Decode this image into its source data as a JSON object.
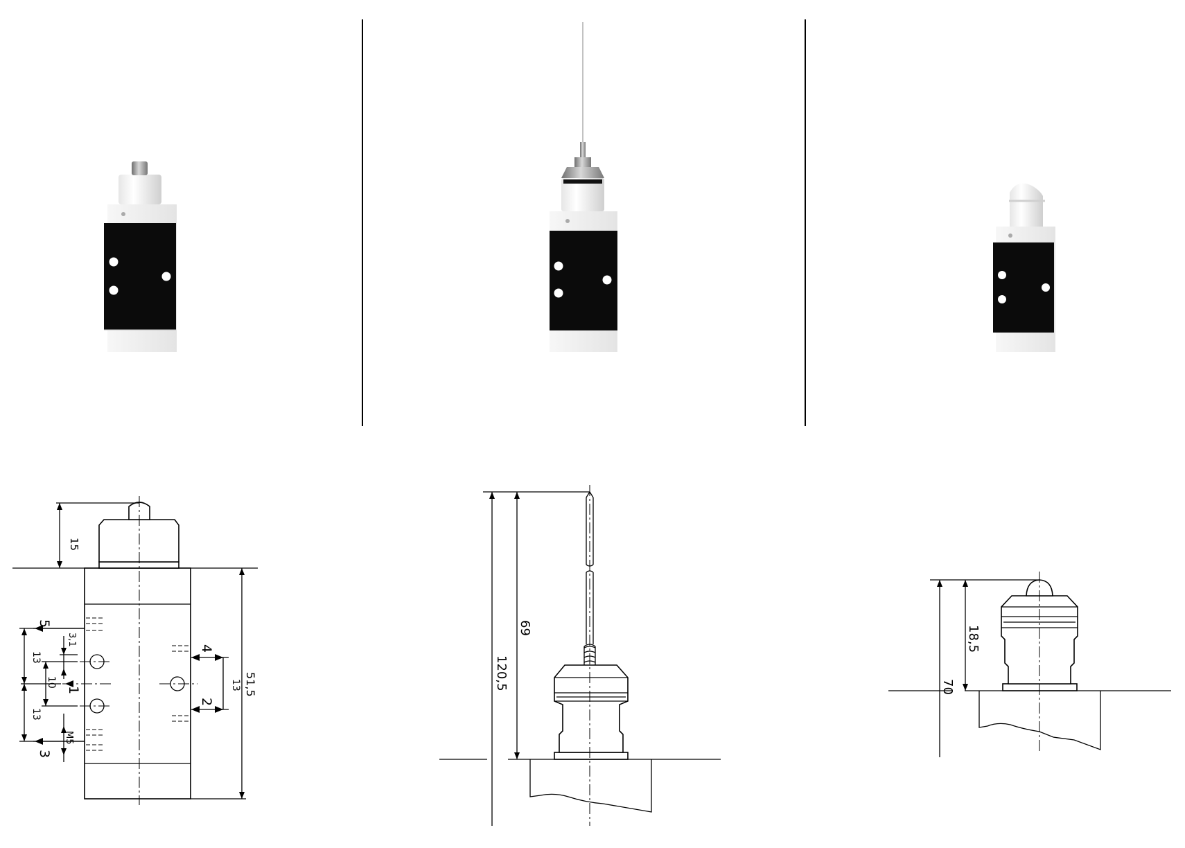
{
  "colors": {
    "ink": "#000000",
    "housing_black": "#0b0b0b",
    "housing_white": "#f2f2f2",
    "cap_white": "#f4f4f4",
    "metal_grey": "#9a9a9a",
    "background": "#ffffff"
  },
  "drawing_left": {
    "dim_15": "15",
    "dim_51_5": "51,5",
    "dim_3_1": "3,1",
    "dim_13_a": "13",
    "dim_13_b": "13",
    "dim_10": "10",
    "dim_13_right": "13",
    "dim_m5": "M5",
    "port_1": "1",
    "port_2": "2",
    "port_3": "3",
    "port_4": "4",
    "port_5": "5"
  },
  "drawing_middle": {
    "dim_120_5": "120,5",
    "dim_69": "69"
  },
  "drawing_right": {
    "dim_70": "70",
    "dim_18_5": "18,5"
  }
}
